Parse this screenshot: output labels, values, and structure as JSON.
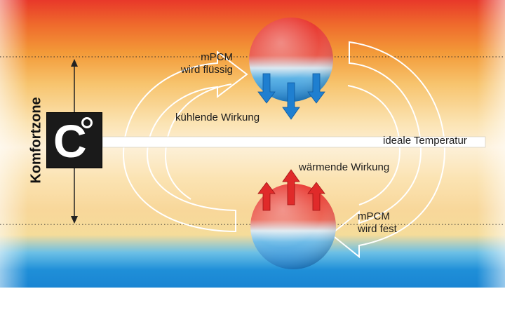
{
  "labels": {
    "mpcm_top_line1": "mPCM",
    "mpcm_top_line2": "wird flüssig",
    "cooling": "kühlende Wirkung",
    "ideal": "ideale Temperatur",
    "warming": "wärmende Wirkung",
    "mpcm_bottom_line1": "mPCM",
    "mpcm_bottom_line2": "wird fest",
    "zone": "Komfortzone",
    "logo_letter": "C"
  },
  "colors": {
    "hot": "#e8382a",
    "cold": "#1a85d3",
    "comfort": "#fdf0d8",
    "arrow_down": "#1f7fd0",
    "arrow_up": "#e02a2a"
  },
  "icons": {
    "logo": "celsius-degree-icon",
    "down_arrows": "arrow-down-icon",
    "up_arrows": "arrow-up-icon"
  }
}
